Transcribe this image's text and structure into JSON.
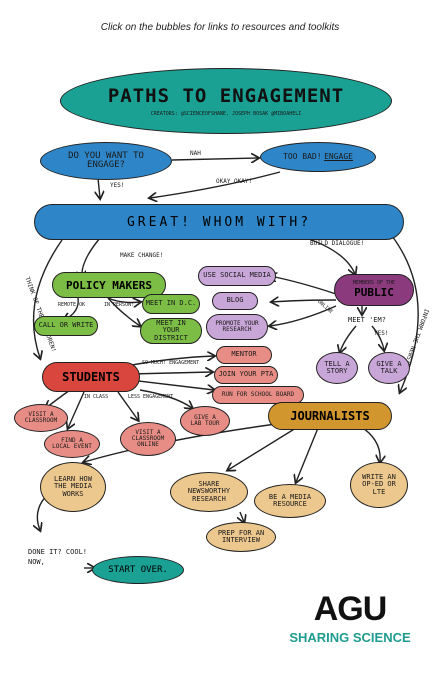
{
  "instruction": "Click on the bubbles for links to resources and toolkits",
  "title": "Paths to Engagement",
  "creators": "Creators: @ScienceOfShane, Joseph Bosak @MiBoaHeli",
  "nodes": {
    "q_engage": "Do you want to engage?",
    "too_bad": "Too bad!",
    "engage_word": "Engage",
    "whom_with": "Great! Whom with?",
    "policy_makers": "Policy Makers",
    "call_write": "Call or write",
    "meet_dc": "Meet in D.C.",
    "meet_district": "Meet in your district",
    "social_media": "Use social media",
    "blog": "Blog",
    "promote": "Promote your research",
    "public": "Public",
    "members_of_the": "Members of the",
    "meet_em": "Meet 'em?",
    "tell_story": "Tell a story",
    "give_talk": "Give a talk",
    "mentor": "Mentor",
    "pta": "Join your PTA",
    "school_board": "Run for school board",
    "students": "Students",
    "visit_classroom": "Visit a classroom",
    "local_event": "Find a local event",
    "classroom_online": "Visit a classroom online",
    "lab_tour": "Give a lab tour",
    "journalists": "Journalists",
    "learn_media": "Learn how the media works",
    "share_news": "Share newsworthy research",
    "media_resource": "Be a media resource",
    "prep_interview": "Prep for an interview",
    "op_ed": "Write an op-ed or LTE",
    "done_it": "Done it? Cool! Now,",
    "start_over": "Start over."
  },
  "edge_labels": {
    "nah": "Nah",
    "yes1": "Yes!",
    "okay": "Okay okay!",
    "make_change": "Make change!",
    "build_dialogue": "Build dialogue!",
    "think_children": "Think of the children!",
    "remote": "Remote OK",
    "in_person": "In person!",
    "so_much": "So much! Engagement",
    "online": "Online",
    "yes2": "Yes!",
    "inform_news": "Inform the news!",
    "in_class": "In class",
    "less_engagement": "Less engagement"
  },
  "logo": {
    "name": "AGU",
    "tagline": "SHARING SCIENCE"
  },
  "colors": {
    "teal": "#1aa193",
    "blue": "#2e86c8",
    "green": "#7bbd45",
    "lavender": "#c9a6d8",
    "purple": "#8b3a7e",
    "salmon": "#e88d85",
    "red": "#d9463d",
    "gold": "#d2962f",
    "tan": "#ecc88e",
    "agu_teal": "#1f9c8f"
  }
}
